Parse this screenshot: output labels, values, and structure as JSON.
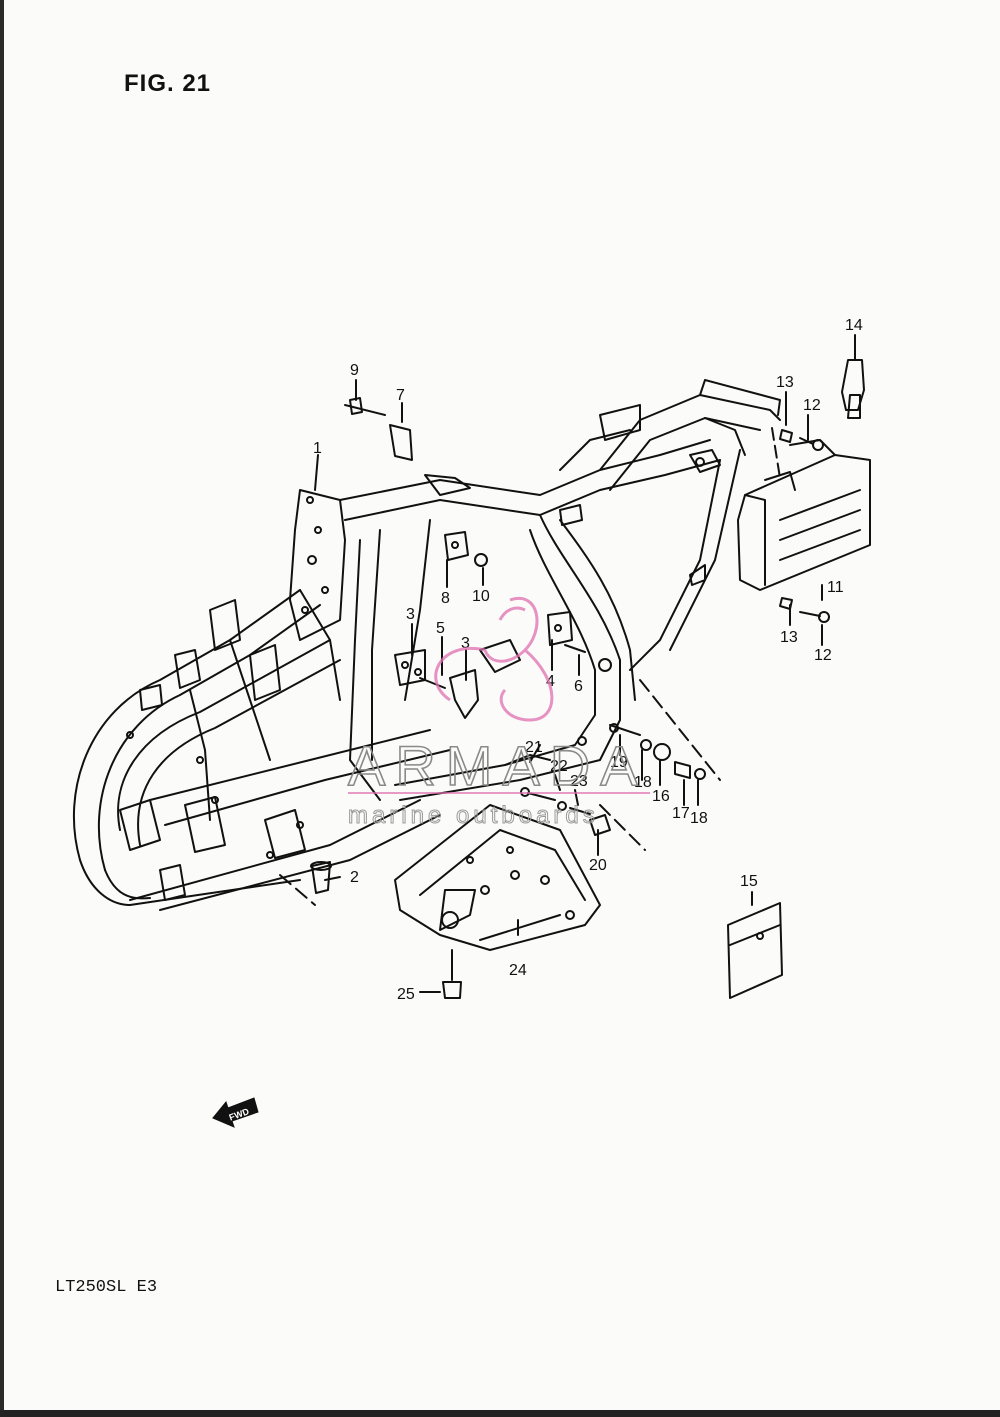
{
  "figure": {
    "title": "FIG. 21",
    "model": "LT250SL  E3"
  },
  "watermark": {
    "brand": "ARMADA",
    "tagline": "marine outboards",
    "accent_color": "#e070b0"
  },
  "fwd_badge": "FWD",
  "callouts": [
    "1",
    "2",
    "3",
    "3",
    "4",
    "5",
    "6",
    "7",
    "8",
    "9",
    "10",
    "11",
    "12",
    "12",
    "13",
    "13",
    "14",
    "15",
    "16",
    "17",
    "18",
    "18",
    "19",
    "20",
    "21",
    "22",
    "23",
    "24",
    "25"
  ]
}
